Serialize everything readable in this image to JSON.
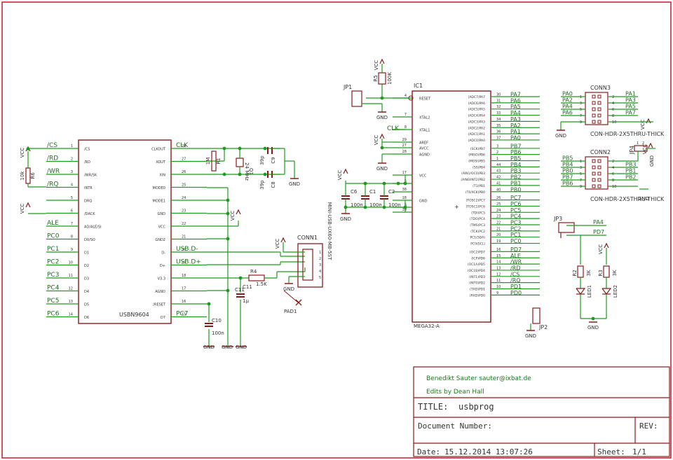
{
  "colors": {
    "frame": "#c21b2b",
    "wire": "#1e9b1e",
    "part": "#8a1a1a",
    "pin": "#8a1a1a",
    "label": "#1e6e1e",
    "text": "#333333",
    "junction": "#1e9b1e"
  },
  "usbn": {
    "name": "USBN9604",
    "left_pins": [
      [
        "/CS",
        "1"
      ],
      [
        "/RD",
        "2"
      ],
      [
        "/WR/SK",
        "3"
      ],
      [
        "INTR",
        "4"
      ],
      [
        "DRQ",
        "5"
      ],
      [
        "/DACK",
        "6"
      ],
      [
        "AD/ALE/SI",
        "7"
      ],
      [
        "D0/SO",
        "8"
      ],
      [
        "D1",
        "9"
      ],
      [
        "D2",
        "10"
      ],
      [
        "D3",
        "11"
      ],
      [
        "D4",
        "12"
      ],
      [
        "D5",
        "13"
      ],
      [
        "D6",
        "14"
      ]
    ],
    "right_pins": [
      [
        "CLKOUT",
        "28"
      ],
      [
        "XOUT",
        "27"
      ],
      [
        "XIN",
        "26"
      ],
      [
        "MODE0",
        "25"
      ],
      [
        "MODE1",
        "24"
      ],
      [
        "GND",
        "23"
      ],
      [
        "VCC",
        "22"
      ],
      [
        "GND2",
        "21"
      ],
      [
        "D-",
        "20"
      ],
      [
        "D+",
        "19"
      ],
      [
        "V3.3",
        "18"
      ],
      [
        "AGND",
        "17"
      ],
      [
        "/RESET",
        "16"
      ],
      [
        "D7",
        "15"
      ]
    ],
    "left_nets": [
      "/CS",
      "/RD",
      "/WR",
      "/RQ",
      "",
      "",
      "ALE",
      "PC0",
      "PC1",
      "PC2",
      "PC3",
      "PC4",
      "PC5",
      "PC6"
    ],
    "right_nets": [
      "CLK",
      "",
      "",
      "",
      "",
      "",
      "",
      "",
      "USB.D-",
      "USB.D+",
      "",
      "",
      "",
      "PC7"
    ]
  },
  "mega": {
    "ref": "IC1",
    "name": "MEGA32-A",
    "left_pins": [
      [
        "RESET",
        "4"
      ],
      [
        "XTAL2",
        "7"
      ],
      [
        "XTAL1",
        "8"
      ],
      [
        "AREF",
        "29"
      ],
      [
        "AVCC",
        "27"
      ],
      [
        "AGND",
        "28"
      ],
      [
        "VCC",
        "17"
      ],
      [
        "",
        "5"
      ],
      [
        "",
        "38"
      ],
      [
        "GND",
        "18"
      ],
      [
        "",
        "6"
      ],
      [
        "",
        "39"
      ]
    ],
    "right_pins": [
      [
        "(ADC7)PA7",
        "30"
      ],
      [
        "(ADC6)PA6",
        "31"
      ],
      [
        "(ADC5)PA5",
        "32"
      ],
      [
        "(ADC4)PA4",
        "33"
      ],
      [
        "(ADC3)PA3",
        "34"
      ],
      [
        "(ADC2)PA2",
        "35"
      ],
      [
        "(ADC1)PA1",
        "36"
      ],
      [
        "(ADC0)PA0",
        "37"
      ],
      [
        "(SCK)PB7",
        "3"
      ],
      [
        "(MISO)PB6",
        "2"
      ],
      [
        "(MOSI)PB5",
        "1"
      ],
      [
        "(SS)PB4",
        "44"
      ],
      [
        "(AIN1/OC0)PB3",
        "43"
      ],
      [
        "(AIN0/INT2)PB2",
        "42"
      ],
      [
        "(T1)PB1",
        "41"
      ],
      [
        "(T0/XCK)PB0",
        "40"
      ],
      [
        "(TOSC2)PC7",
        "26"
      ],
      [
        "(TOSC1)PC6",
        "25"
      ],
      [
        "(TDI)PC5",
        "24"
      ],
      [
        "(TDO)PC4",
        "23"
      ],
      [
        "(TMS)PC3",
        "22"
      ],
      [
        "(TCK)PC2",
        "21"
      ],
      [
        "PC1(SDA)",
        "20"
      ],
      [
        "PC0(SCL)",
        "19"
      ],
      [
        "(OC2)PD7",
        "16"
      ],
      [
        "(ICP)PD6",
        "15"
      ],
      [
        "(OC1A)PD5",
        "14"
      ],
      [
        "(OC1B)PD4",
        "13"
      ],
      [
        "(INT1)PD3",
        "12"
      ],
      [
        "(INT0)PD2",
        "11"
      ],
      [
        "(TXD)PD1",
        "10"
      ],
      [
        "(RXD)PD0",
        "9"
      ]
    ],
    "right_nets": [
      "PA7",
      "PA6",
      "PA5",
      "PA4",
      "PA3",
      "PA2",
      "PA1",
      "PA0",
      "PB7",
      "PB6",
      "PB5",
      "PB4",
      "PB3",
      "PB2",
      "PB1",
      "PB0",
      "PC7",
      "PC6",
      "PC5",
      "PC4",
      "PC3",
      "PC2",
      "PC1",
      "PC0",
      "PD7",
      "ALE",
      "/WR",
      "/RD",
      "/CS",
      "/RQ",
      "PD1",
      "PD0"
    ]
  },
  "conn3": {
    "ref": "CONN3",
    "name": "CON-HDR-2X5THRU-THICK",
    "left": [
      "PA0",
      "PA2",
      "PA4",
      "PA6",
      ""
    ],
    "right": [
      "PA1",
      "PA3",
      "PA5",
      "PA7",
      ""
    ],
    "pins_l": [
      "1",
      "3",
      "5",
      "7",
      "9"
    ],
    "pins_r": [
      "2",
      "4",
      "6",
      "8",
      "10"
    ]
  },
  "conn2": {
    "ref": "CONN2",
    "name": "CON-HDR-2X5THRU-THICK",
    "left": [
      "PB5",
      "PB4",
      "PB0",
      "PB7",
      "PB6"
    ],
    "right": [
      "",
      "PB3",
      "PB1",
      "PB2",
      ""
    ],
    "pins_l": [
      "1",
      "3",
      "5",
      "7",
      "9"
    ],
    "pins_r": [
      "2",
      "4",
      "6",
      "8",
      "10"
    ]
  },
  "conn1": {
    "ref": "CONN1",
    "name": "MINI-USB-UX60-MB-5ST",
    "pins": [
      "1",
      "2",
      "3",
      "4",
      "5"
    ]
  },
  "parts": {
    "r6": [
      "R6",
      "10k"
    ],
    "r1": [
      "R1",
      "1M"
    ],
    "q1": [
      "Q1",
      "24 MHz"
    ],
    "c8": [
      "C8",
      "39p"
    ],
    "c9": [
      "C9",
      "39p"
    ],
    "r5": [
      "R5",
      "100K"
    ],
    "r4": [
      "R4",
      "1.5K"
    ],
    "c11": [
      "C11",
      "1µ"
    ],
    "c10": [
      "C10",
      "100n"
    ],
    "c6": [
      "C6",
      "100n"
    ],
    "c1": [
      "C1",
      "100n"
    ],
    "c2": [
      "C2",
      "100n"
    ],
    "r2": [
      "R2",
      "3K"
    ],
    "r3": [
      "R3",
      "3K"
    ],
    "led1": "LED1",
    "led2": "LED2",
    "jp1": "JP1",
    "jp2": "JP2",
    "jp3": "JP3",
    "jp4": "JP4",
    "pad1": "PAD1",
    "jp4_pins": [
      "1",
      "2"
    ]
  },
  "nets": {
    "vcc": "VCC",
    "gnd": "GND",
    "clk": "CLK",
    "pa4": "PA4",
    "pd7": "PD7",
    "pd0": "PD0"
  },
  "title_block": {
    "author": "Benedikt Sauter sauter@ixbat.de",
    "edits": "Edits by Dean Hall",
    "title_label": "TITLE:",
    "title": "usbprog",
    "docnum_label": "Document Number:",
    "rev_label": "REV:",
    "date_label": "Date:",
    "date": "15.12.2014 13:07:26",
    "sheet_label": "Sheet:",
    "sheet": "1/1"
  }
}
